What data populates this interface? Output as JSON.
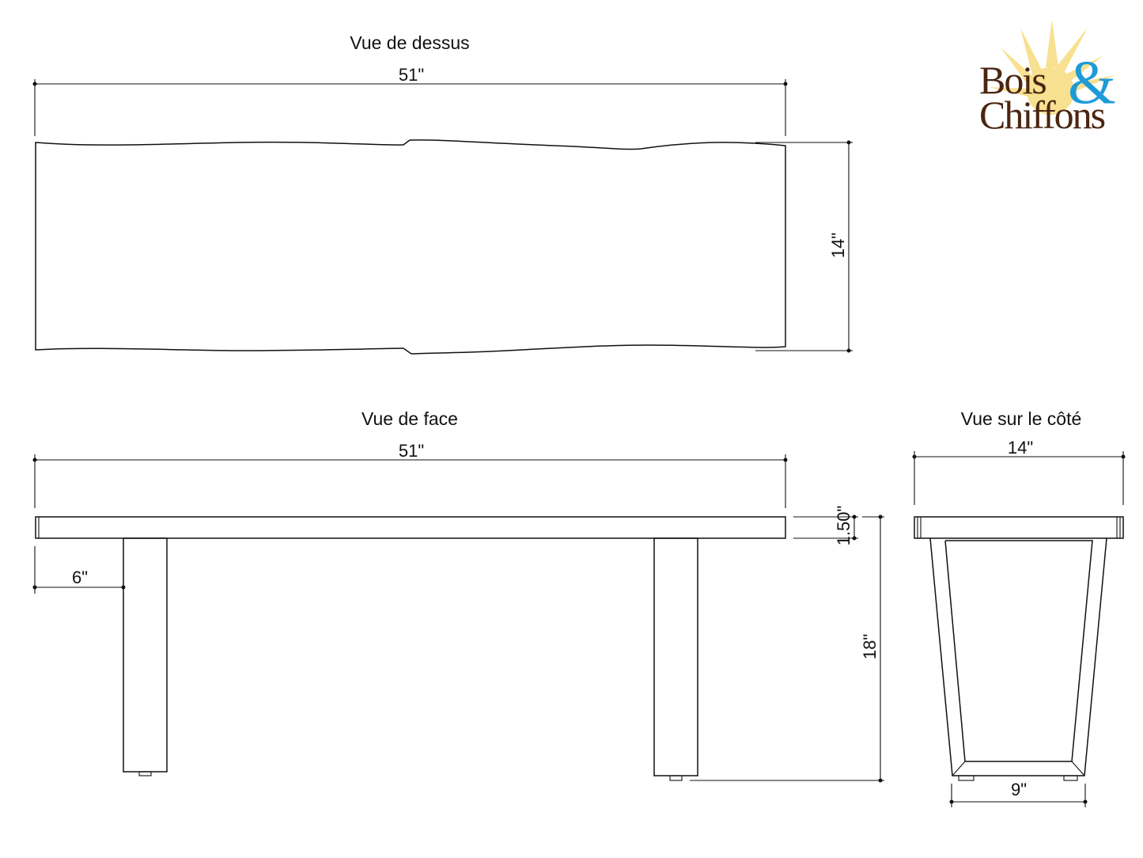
{
  "logo": {
    "line1": "Bois",
    "ampersand": "&",
    "line2": "Chiffons",
    "colors": {
      "text": "#4a2510",
      "ampersand": "#1e9ad8",
      "sun": "#f7e08f"
    }
  },
  "top_view": {
    "title": "Vue de dessus",
    "length_label": "51\"",
    "width_label": "14\""
  },
  "front_view": {
    "title": "Vue de face",
    "length_label": "51\"",
    "leg_offset_label": "6\"",
    "thickness_label": "1.50\"",
    "height_label": "18\""
  },
  "side_view": {
    "title": "Vue sur le côté",
    "width_label": "14\"",
    "base_label": "9\""
  }
}
